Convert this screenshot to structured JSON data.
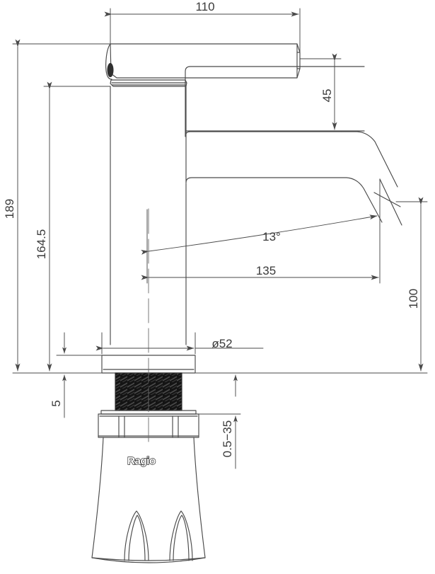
{
  "drawing": {
    "type": "technical-dimension-drawing",
    "subject": "single-lever basin faucet / mixer tap",
    "view": "side elevation",
    "units": "mm",
    "line_color": "#4a4a4a",
    "text_color": "#3a3a3a",
    "thread_fill": "#141414",
    "background": "#ffffff"
  },
  "brand": {
    "logo_text": "Ragio"
  },
  "dimensions": {
    "spout_reach_top": "110",
    "overall_height": "189",
    "spout_height": "164.5",
    "handle_height": "45",
    "aerator_height": "100",
    "spout_projection": "135",
    "spout_angle": "13°",
    "base_diameter": "ø52",
    "base_plate_thickness": "5",
    "mounting_thickness_range": "0.5−35"
  },
  "labels": {
    "d110": "110",
    "d189": "189",
    "d1645": "164.5",
    "d45": "45",
    "d100": "100",
    "d135": "135",
    "d13": "13°",
    "d52": "ø52",
    "d5": "5",
    "d0535": "0.5−35"
  }
}
